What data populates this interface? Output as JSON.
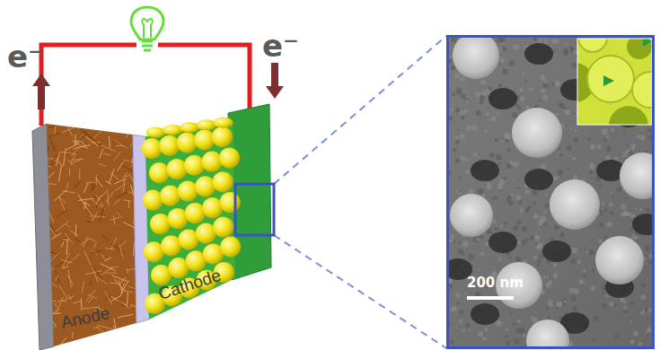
{
  "diagram": {
    "labels": [
      "e⁻",
      "e⁻",
      "Anode",
      "Cathode",
      "200 nm"
    ]
  }
}
